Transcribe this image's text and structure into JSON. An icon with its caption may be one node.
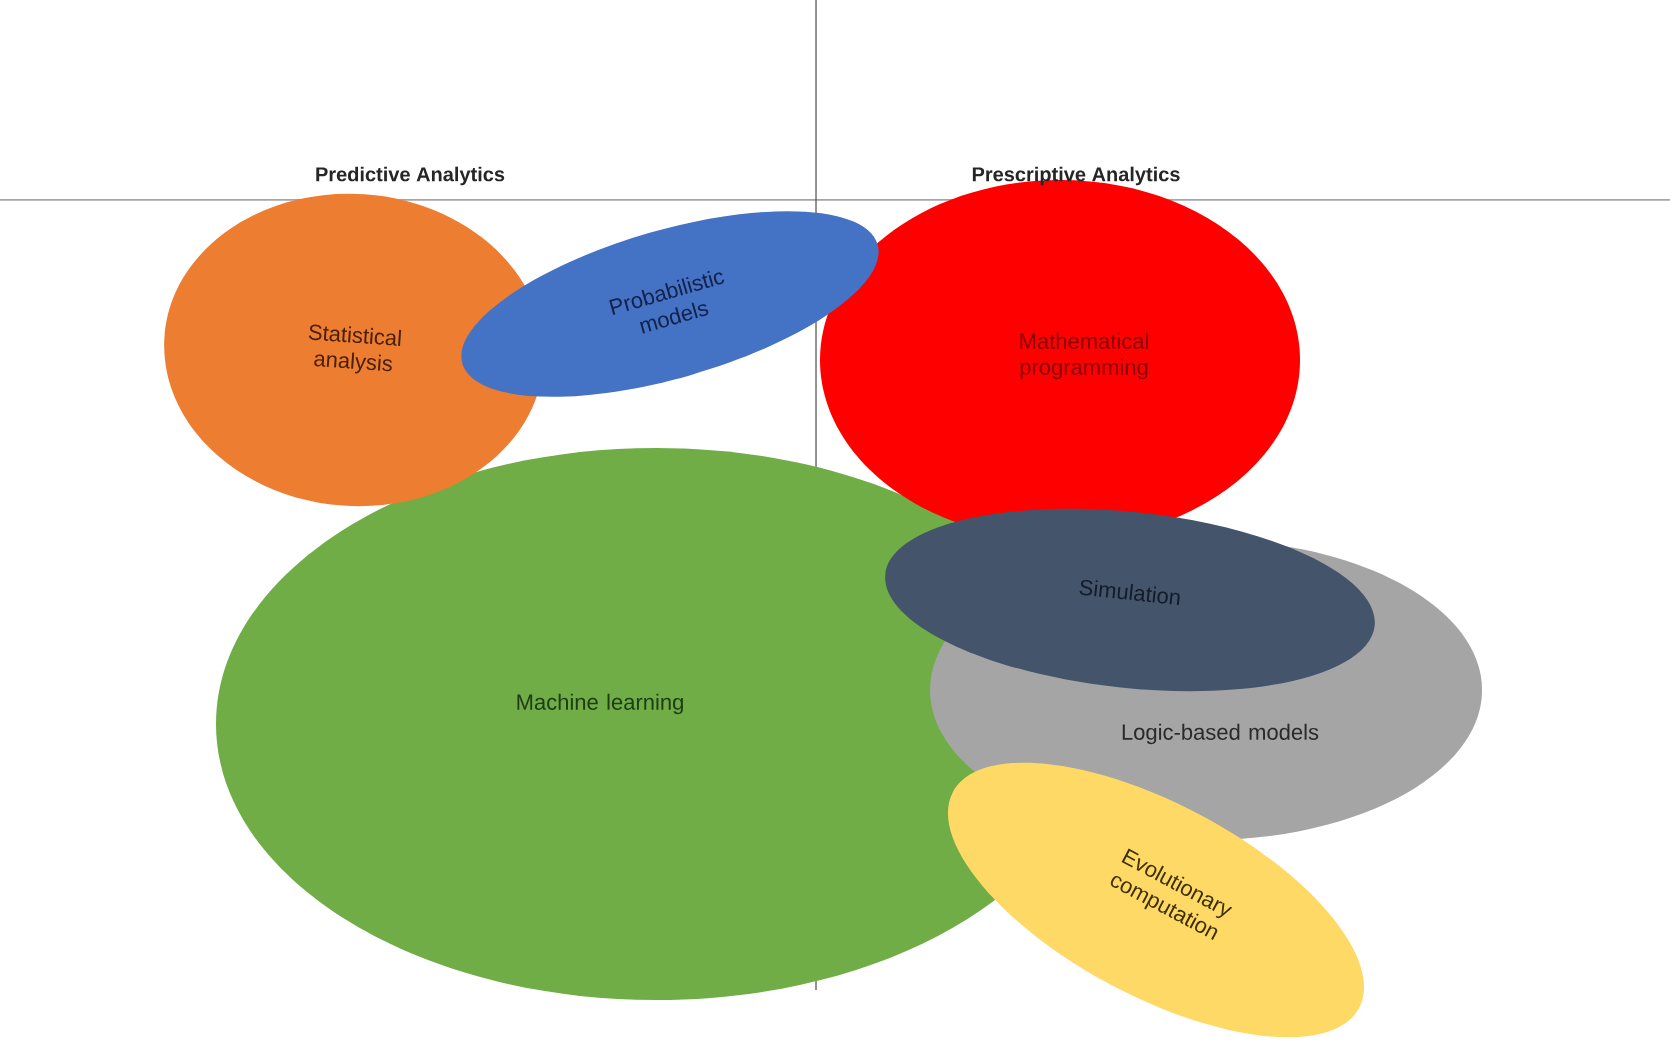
{
  "diagram": {
    "nodes": [
      {
        "text": [
          "Statistical analysis"
        ]
      },
      {
        "text": [
          "Probabilistic models"
        ]
      },
      {
        "text": [
          "Mathematical programming"
        ]
      },
      {
        "text": [
          "Machine learning"
        ]
      },
      {
        "text": [
          "Simulation"
        ]
      },
      {
        "text": [
          "Logic-based models"
        ]
      },
      {
        "text": [
          "Evolutionary computation"
        ]
      }
    ],
    "labels": [
      "Predictive Analytics",
      "Prescriptive Analytics"
    ]
  }
}
